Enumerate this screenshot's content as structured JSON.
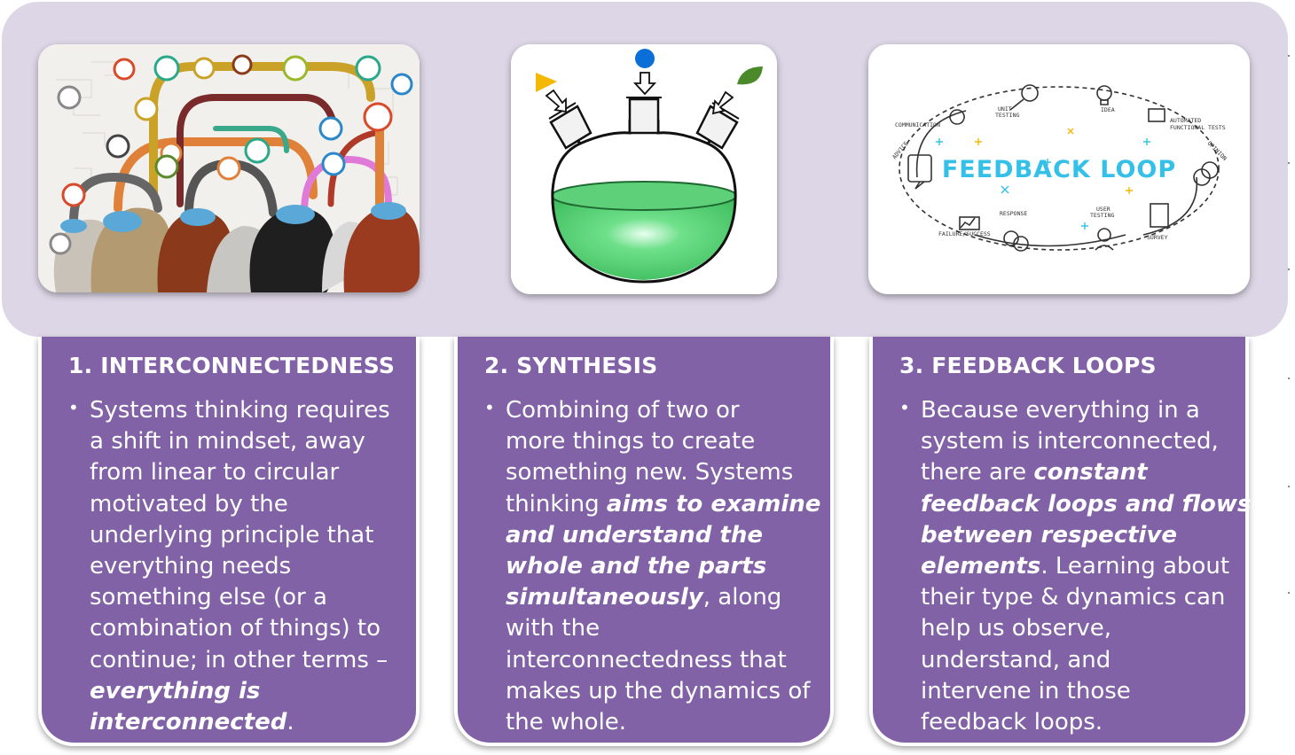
{
  "cards": [
    {
      "title": "1. INTERCONNECTEDNESS",
      "image_icon": "interconnected-heads-icon",
      "body": [
        "Systems thinking requires",
        "a shift in mindset, away",
        "from linear to circular",
        "motivated by the",
        "underlying principle that",
        "everything needs",
        "something else (or a",
        "combination of things) to",
        "continue; in other terms –"
      ],
      "emphasis_1": "everything is",
      "emphasis_2": "interconnected",
      "tail": "."
    },
    {
      "title": "2.  SYNTHESIS",
      "image_icon": "three-neck-flask-icon",
      "body_a": [
        "Combining of two or",
        "more things to create",
        "something new. Systems"
      ],
      "line4_plain": "thinking ",
      "line4_emph": "aims to examine",
      "emph_lines": [
        "and understand the",
        "whole and the parts"
      ],
      "line8_emph": "simultaneously",
      "line8_plain": ", along",
      "body_b": [
        "with the",
        "interconnectedness that",
        "makes up the dynamics of",
        "the whole."
      ]
    },
    {
      "title": "3. FEEDBACK LOOPS",
      "image_icon": "feedback-loop-diagram-icon",
      "body_a": [
        "Because everything in a",
        "system is interconnected,"
      ],
      "line3_plain": "there are ",
      "line3_emph": "constant",
      "emph_lines": [
        "feedback loops and flows",
        "between respective"
      ],
      "line6_emph": "elements",
      "line6_plain": ". Learning about",
      "body_b": [
        "their type & dynamics can",
        "help us observe,",
        "understand, and",
        "intervene in those",
        "feedback loops."
      ]
    }
  ],
  "feedback_image": {
    "title": "FEEDBACK LOOP",
    "labels": {
      "communication": "COMMUNICATION",
      "unit_testing_1": "UNIT",
      "unit_testing_2": "TESTING",
      "idea": "IDEA",
      "automated_1": "AUTOMATED",
      "automated_2": "FUNCTIONAL TESTS",
      "opinion": "OPINION",
      "advice": "ADVICE",
      "response": "RESPONSE",
      "user_testing_1": "USER",
      "user_testing_2": "TESTING",
      "failure": "FAILURE/SUCCESS",
      "survey": "SURVEY"
    }
  },
  "colors": {
    "band": "#dcd6e6",
    "card": "#8162a7",
    "flask_liquid": "#3ec45e",
    "feedback_title": "#35c0e8",
    "triangle": "#f5b800",
    "dot": "#0a6fd6",
    "leaf": "#4a8a2a"
  }
}
